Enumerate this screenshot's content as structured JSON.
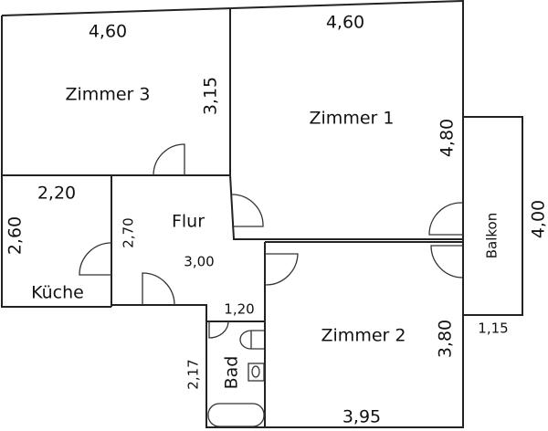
{
  "rooms": {
    "zimmer3": {
      "name": "Zimmer 3",
      "width": "4,60",
      "depth": "3,15"
    },
    "zimmer1": {
      "name": "Zimmer 1",
      "width": "4,60",
      "depth": "4,80"
    },
    "balkon": {
      "name": "Balkon",
      "length": "4,00",
      "width": "1,15"
    },
    "kueche": {
      "name": "Küche",
      "width": "2,20",
      "depth": "2,60"
    },
    "flur": {
      "name": "Flur",
      "depth": "2,70",
      "length": "3,00"
    },
    "bad": {
      "name": "Bad",
      "width": "1,20",
      "depth": "2,17"
    },
    "zimmer2": {
      "name": "Zimmer 2",
      "depth": "3,80",
      "width": "3,95"
    }
  }
}
